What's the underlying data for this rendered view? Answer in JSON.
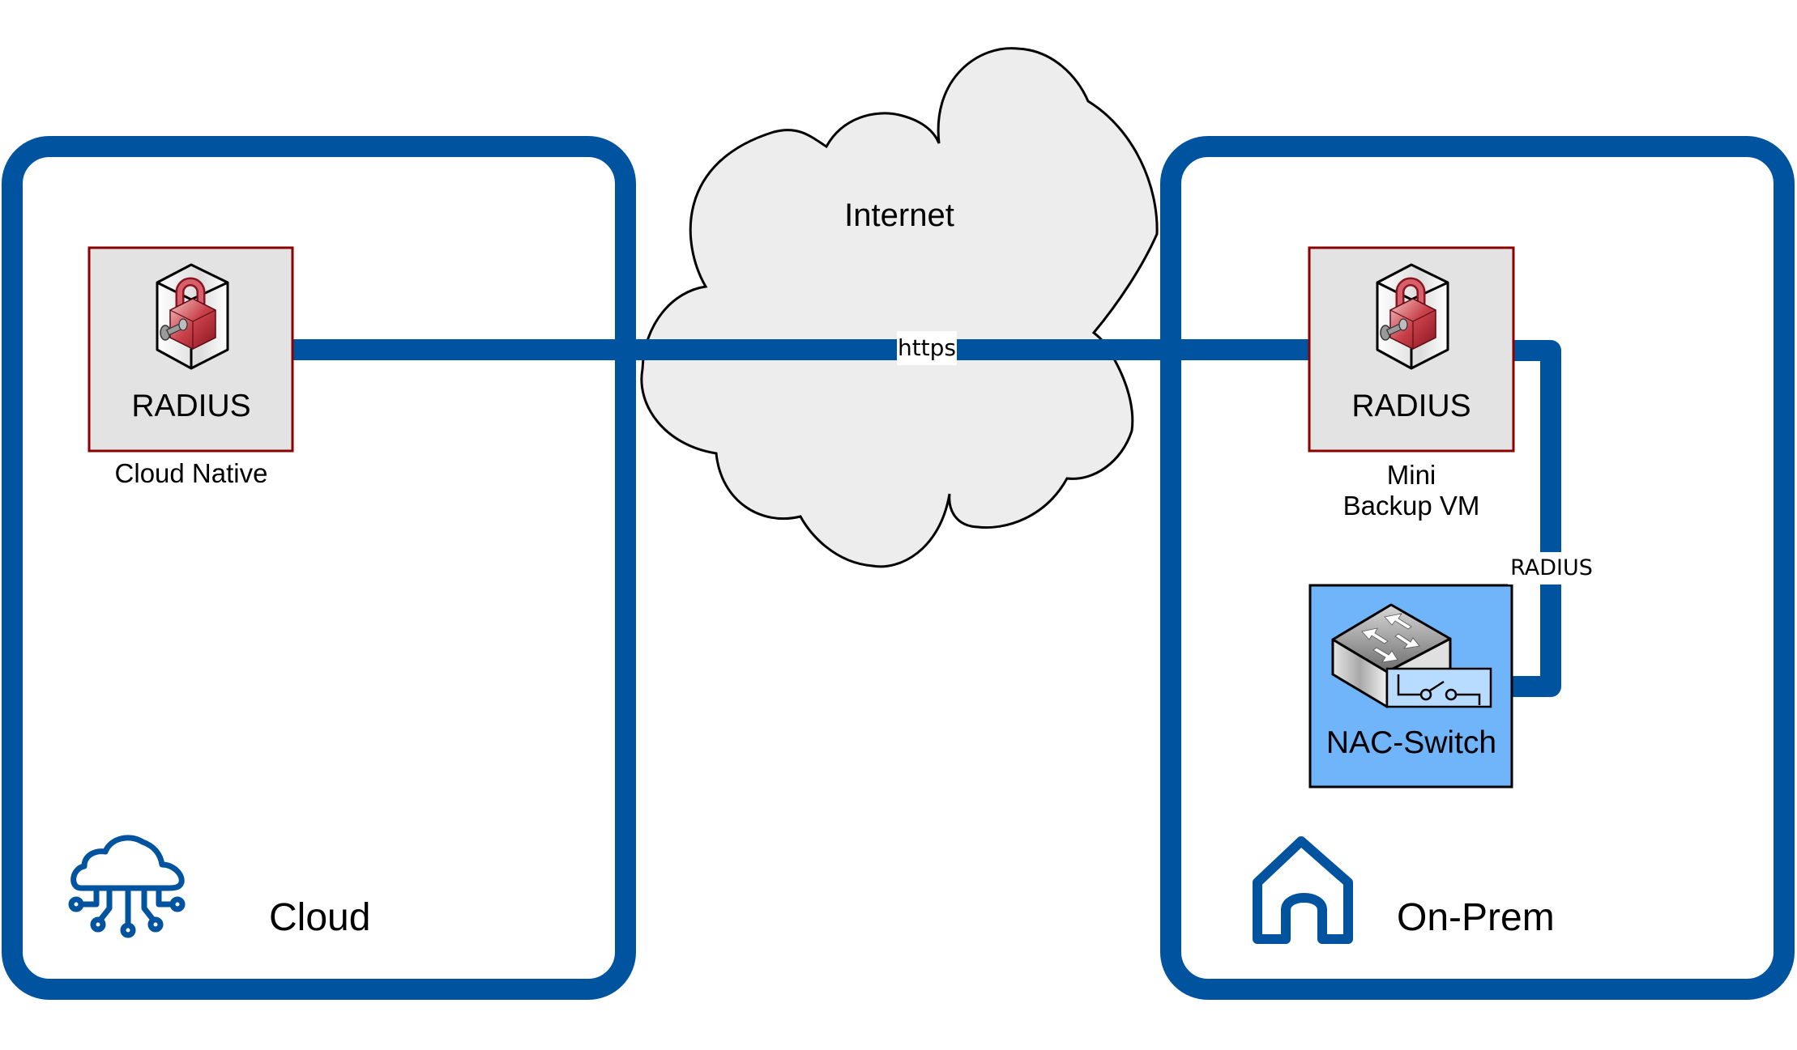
{
  "diagram": {
    "zones": [
      {
        "id": "cloud",
        "label": "Cloud",
        "icon": "cloud-network-icon"
      },
      {
        "id": "onprem",
        "label": "On-Prem",
        "icon": "house-icon"
      }
    ],
    "internet": {
      "label": "Internet"
    },
    "nodes": {
      "radius_cloud": {
        "title": "RADIUS",
        "caption": "Cloud Native",
        "icon": "radius-lock-icon"
      },
      "radius_backup": {
        "title": "RADIUS",
        "caption_line1": "Mini",
        "caption_line2": "Backup VM",
        "icon": "radius-lock-icon"
      },
      "nac_switch": {
        "title": "NAC-Switch",
        "icon": "network-switch-icon"
      }
    },
    "edges": [
      {
        "from": "radius_cloud",
        "to": "radius_backup",
        "label": "https"
      },
      {
        "from": "radius_backup",
        "to": "nac_switch",
        "label": "RADIUS"
      }
    ],
    "colors": {
      "zone_border": "#00539F",
      "link": "#00539F",
      "cloud_fill": "#EDEDED",
      "radius_fill": "#E3E3E3",
      "radius_border": "#8B0000",
      "switch_fill": "#70B4FA",
      "switch_panel": "#B8DCFF"
    }
  }
}
